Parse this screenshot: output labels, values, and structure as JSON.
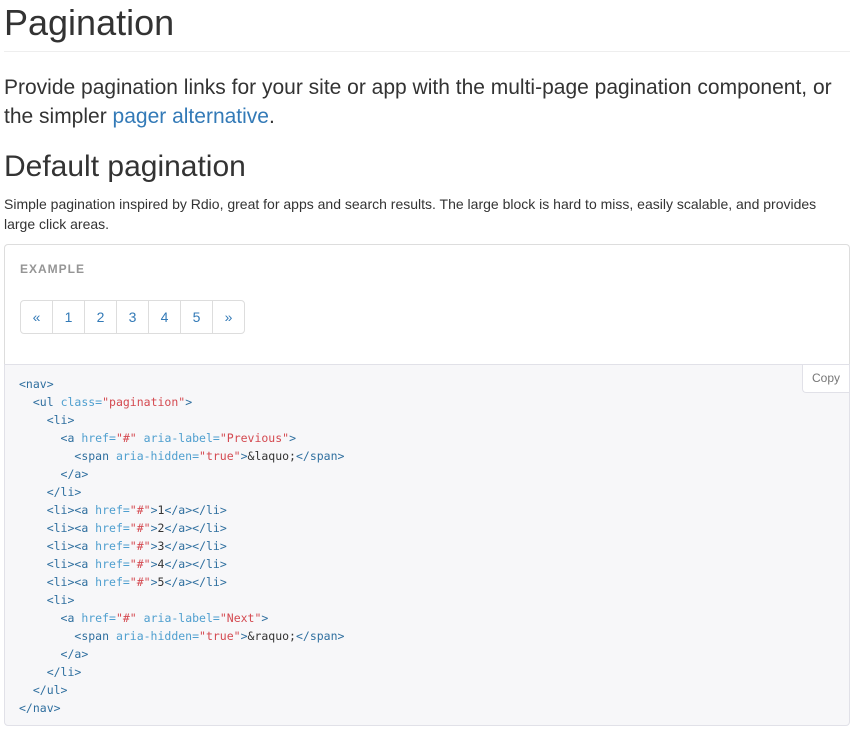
{
  "header": {
    "title": "Pagination"
  },
  "intro": {
    "text_before": "Provide pagination links for your site or app with the multi-page pagination component, or the simpler ",
    "link": "pager alternative",
    "text_after": "."
  },
  "section": {
    "title": "Default pagination",
    "description": "Simple pagination inspired by Rdio, great for apps and search results. The large block is hard to miss, easily scalable, and provides large click areas."
  },
  "example": {
    "label": "EXAMPLE",
    "pagination": [
      "«",
      "1",
      "2",
      "3",
      "4",
      "5",
      "»"
    ]
  },
  "code": {
    "copy_label": "Copy",
    "lines": [
      [
        [
          "tag",
          "<nav>"
        ]
      ],
      [
        [
          "txt",
          "  "
        ],
        [
          "tag",
          "<ul "
        ],
        [
          "attr",
          "class="
        ],
        [
          "str",
          "\"pagination\""
        ],
        [
          "tag",
          ">"
        ]
      ],
      [
        [
          "txt",
          "    "
        ],
        [
          "tag",
          "<li>"
        ]
      ],
      [
        [
          "txt",
          "      "
        ],
        [
          "tag",
          "<a "
        ],
        [
          "attr",
          "href="
        ],
        [
          "str",
          "\"#\""
        ],
        [
          "txt",
          " "
        ],
        [
          "attr",
          "aria-label="
        ],
        [
          "str",
          "\"Previous\""
        ],
        [
          "tag",
          ">"
        ]
      ],
      [
        [
          "txt",
          "        "
        ],
        [
          "tag",
          "<span "
        ],
        [
          "attr",
          "aria-hidden="
        ],
        [
          "str",
          "\"true\""
        ],
        [
          "tag",
          ">"
        ],
        [
          "txt",
          "&laquo;"
        ],
        [
          "tag",
          "</span>"
        ]
      ],
      [
        [
          "txt",
          "      "
        ],
        [
          "tag",
          "</a>"
        ]
      ],
      [
        [
          "txt",
          "    "
        ],
        [
          "tag",
          "</li>"
        ]
      ],
      [
        [
          "txt",
          "    "
        ],
        [
          "tag",
          "<li><a "
        ],
        [
          "attr",
          "href="
        ],
        [
          "str",
          "\"#\""
        ],
        [
          "tag",
          ">"
        ],
        [
          "txt",
          "1"
        ],
        [
          "tag",
          "</a></li>"
        ]
      ],
      [
        [
          "txt",
          "    "
        ],
        [
          "tag",
          "<li><a "
        ],
        [
          "attr",
          "href="
        ],
        [
          "str",
          "\"#\""
        ],
        [
          "tag",
          ">"
        ],
        [
          "txt",
          "2"
        ],
        [
          "tag",
          "</a></li>"
        ]
      ],
      [
        [
          "txt",
          "    "
        ],
        [
          "tag",
          "<li><a "
        ],
        [
          "attr",
          "href="
        ],
        [
          "str",
          "\"#\""
        ],
        [
          "tag",
          ">"
        ],
        [
          "txt",
          "3"
        ],
        [
          "tag",
          "</a></li>"
        ]
      ],
      [
        [
          "txt",
          "    "
        ],
        [
          "tag",
          "<li><a "
        ],
        [
          "attr",
          "href="
        ],
        [
          "str",
          "\"#\""
        ],
        [
          "tag",
          ">"
        ],
        [
          "txt",
          "4"
        ],
        [
          "tag",
          "</a></li>"
        ]
      ],
      [
        [
          "txt",
          "    "
        ],
        [
          "tag",
          "<li><a "
        ],
        [
          "attr",
          "href="
        ],
        [
          "str",
          "\"#\""
        ],
        [
          "tag",
          ">"
        ],
        [
          "txt",
          "5"
        ],
        [
          "tag",
          "</a></li>"
        ]
      ],
      [
        [
          "txt",
          "    "
        ],
        [
          "tag",
          "<li>"
        ]
      ],
      [
        [
          "txt",
          "      "
        ],
        [
          "tag",
          "<a "
        ],
        [
          "attr",
          "href="
        ],
        [
          "str",
          "\"#\""
        ],
        [
          "txt",
          " "
        ],
        [
          "attr",
          "aria-label="
        ],
        [
          "str",
          "\"Next\""
        ],
        [
          "tag",
          ">"
        ]
      ],
      [
        [
          "txt",
          "        "
        ],
        [
          "tag",
          "<span "
        ],
        [
          "attr",
          "aria-hidden="
        ],
        [
          "str",
          "\"true\""
        ],
        [
          "tag",
          ">"
        ],
        [
          "txt",
          "&raquo;"
        ],
        [
          "tag",
          "</span>"
        ]
      ],
      [
        [
          "txt",
          "      "
        ],
        [
          "tag",
          "</a>"
        ]
      ],
      [
        [
          "txt",
          "    "
        ],
        [
          "tag",
          "</li>"
        ]
      ],
      [
        [
          "txt",
          "  "
        ],
        [
          "tag",
          "</ul>"
        ]
      ],
      [
        [
          "tag",
          "</nav>"
        ]
      ]
    ]
  },
  "colors": {
    "link": "#337ab7",
    "code_tag": "#2f6f9f",
    "code_attr": "#4f9fcf",
    "code_string": "#d44950"
  }
}
